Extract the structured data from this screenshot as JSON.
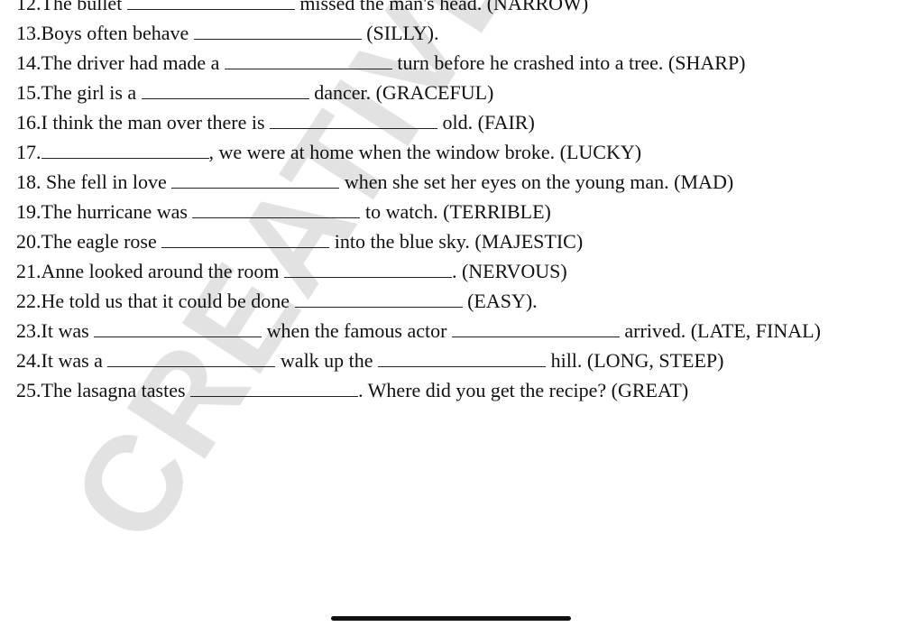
{
  "watermark": "CREATIVE",
  "lines": [
    [
      {
        "t": "12.The bullet "
      },
      {
        "blank": true
      },
      {
        "t": " missed the man's head. (NARROW)"
      }
    ],
    [
      {
        "t": "13.Boys often behave "
      },
      {
        "blank": true
      },
      {
        "t": " (SILLY)."
      }
    ],
    [
      {
        "t": "14.The driver had made a "
      },
      {
        "blank": true
      },
      {
        "t": " turn before he crashed into a tree. (SHARP)"
      }
    ],
    [
      {
        "t": "15.The girl is a "
      },
      {
        "blank": true
      },
      {
        "t": " dancer. (GRACEFUL)"
      }
    ],
    [
      {
        "t": "16.I think the man over there is "
      },
      {
        "blank": true
      },
      {
        "t": " old. (FAIR)"
      }
    ],
    [
      {
        "t": "17."
      },
      {
        "blank": true
      },
      {
        "t": ", we were at home when the window broke. (LUCKY)"
      }
    ],
    [
      {
        "t": "18. She fell in love "
      },
      {
        "blank": true
      },
      {
        "t": " when she set her eyes on the young man. (MAD)"
      }
    ],
    [
      {
        "t": "19.The hurricane was "
      },
      {
        "blank": true
      },
      {
        "t": " to watch. (TERRIBLE)"
      }
    ],
    [
      {
        "t": "20.The eagle rose "
      },
      {
        "blank": true
      },
      {
        "t": " into the blue sky. (MAJESTIC)"
      }
    ],
    [
      {
        "t": "21.Anne looked around the room "
      },
      {
        "blank": true
      },
      {
        "t": ". (NERVOUS)"
      }
    ],
    [
      {
        "t": "22.He told us that it could be done "
      },
      {
        "blank": true
      },
      {
        "t": " (EASY)."
      }
    ],
    [
      {
        "t": "23.It was "
      },
      {
        "blank": true
      },
      {
        "t": " when the famous actor "
      },
      {
        "blank": true
      },
      {
        "t": " arrived. (LATE, FINAL)"
      }
    ],
    [
      {
        "t": "24.It was a "
      },
      {
        "blank": true
      },
      {
        "t": " walk up the "
      },
      {
        "blank": true
      },
      {
        "t": " hill. (LONG, STEEP)"
      }
    ],
    [
      {
        "t": "25.The lasagna tastes "
      },
      {
        "blank": true
      },
      {
        "t": ". Where did you get the recipe? (GREAT)"
      }
    ]
  ]
}
